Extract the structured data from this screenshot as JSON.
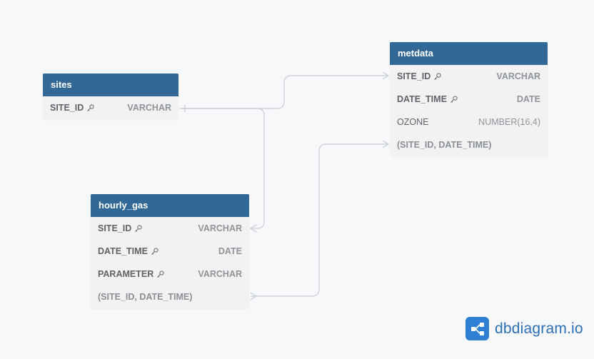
{
  "tables": {
    "sites": {
      "name": "sites",
      "fields": [
        {
          "name": "SITE_ID",
          "type": "VARCHAR",
          "key": true
        }
      ]
    },
    "metdata": {
      "name": "metdata",
      "fields": [
        {
          "name": "SITE_ID",
          "type": "VARCHAR",
          "key": true
        },
        {
          "name": "DATE_TIME",
          "type": "DATE",
          "key": true
        },
        {
          "name": "OZONE",
          "type": "NUMBER(16,4)",
          "key": false
        },
        {
          "name": "(SITE_ID, DATE_TIME)",
          "type": "",
          "key": false
        }
      ]
    },
    "hourly_gas": {
      "name": "hourly_gas",
      "fields": [
        {
          "name": "SITE_ID",
          "type": "VARCHAR",
          "key": true
        },
        {
          "name": "DATE_TIME",
          "type": "DATE",
          "key": true
        },
        {
          "name": "PARAMETER",
          "type": "VARCHAR",
          "key": true
        },
        {
          "name": "(SITE_ID, DATE_TIME)",
          "type": "",
          "key": false
        }
      ]
    }
  },
  "brand": {
    "name": "dbdiagram.io"
  },
  "colors": {
    "header": "#316896",
    "edge": "#cfd3d9",
    "brand": "#2f7fd4"
  }
}
